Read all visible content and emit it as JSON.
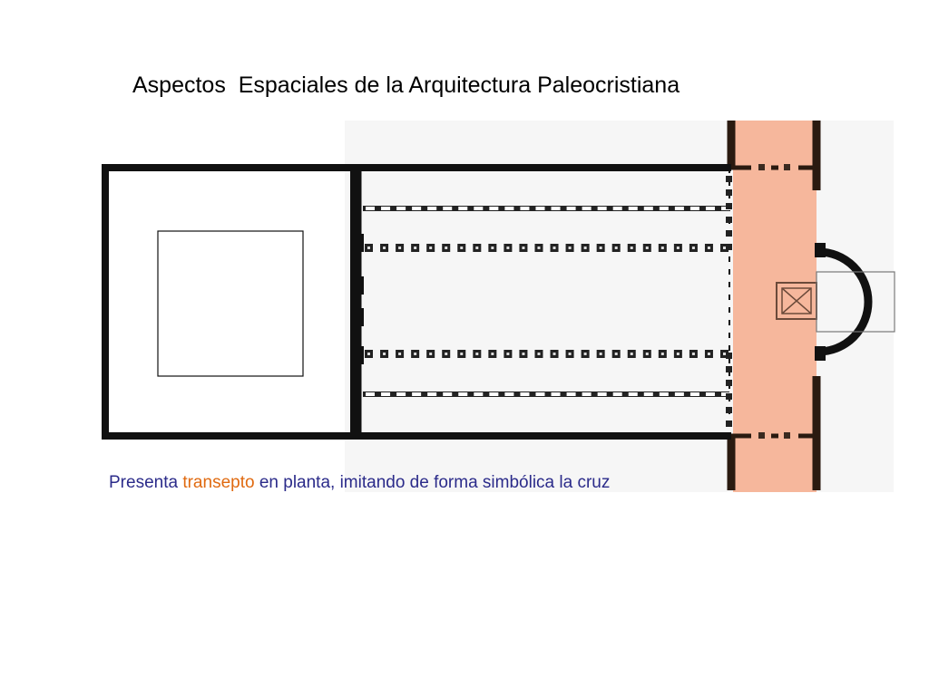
{
  "slide": {
    "title": "Aspectos  Espaciales de la Arquitectura Paleocristiana",
    "caption": {
      "part1": "Presenta ",
      "highlight": "transepto",
      "part2": " en planta, imitando de forma simbólica la cruz"
    }
  },
  "colors": {
    "title": "#000000",
    "caption": "#2b2b8a",
    "highlight": "#e06a10",
    "transept_fill": "#f6b79c",
    "walls": "#111111"
  },
  "diagram": {
    "parts": [
      "atrium",
      "nave",
      "side-aisles",
      "transept",
      "apse"
    ],
    "nave_column_rows": 4,
    "columns_per_inner_row": 24,
    "columns_per_outer_row": 24
  }
}
